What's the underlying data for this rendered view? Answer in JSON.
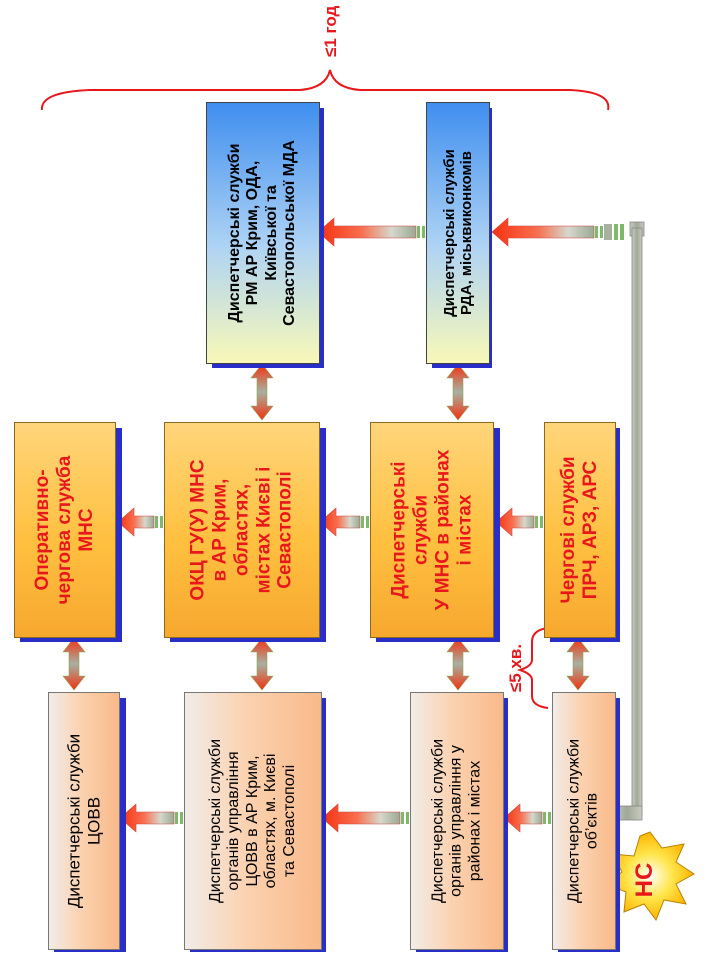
{
  "time_label_top": "≤1 год",
  "time_label_mid": "≤5 хв.",
  "event_label": "НС",
  "boxes": {
    "mns_duty": [
      "Оперативно-",
      "чергова служба",
      "МНС"
    ],
    "okc": [
      "ОКЦ ГУ(У) МНС",
      "в АР Крим,",
      "областях,",
      "містах Києві і",
      "Севастополі"
    ],
    "mns_district": [
      "Диспетчерські",
      "служби",
      "У МНС в районах",
      "і містах"
    ],
    "duty_prch": [
      "Чергові служби",
      "ПРЧ, АРЗ, АРС"
    ],
    "rm_oda": [
      "Диспетчерські служби",
      "РМ АР Крим, ОДА,",
      "Київської та",
      "Севастопольської МДА"
    ],
    "rda": [
      "Диспетчерські служби",
      "РДА, міськвиконкомів"
    ],
    "tsovv": [
      "Диспетчерські служби",
      "ЦОВВ"
    ],
    "tsovv_regional": [
      "Диспетчерські служби",
      "органів управління",
      "ЦОВВ в АР Крим,",
      "областях, м. Києві",
      "та Севастополі"
    ],
    "tsovv_district": [
      "Диспетчерські служби",
      "органів управління у",
      "районах і містах"
    ],
    "objects": [
      "Диспетчерські служби",
      "об’єктів"
    ]
  },
  "colors": {
    "red": "#e8171c",
    "arrow_red": "#f03a20",
    "arrow_grey": "#a8b0a0",
    "shadow": "#2a2ec8"
  }
}
